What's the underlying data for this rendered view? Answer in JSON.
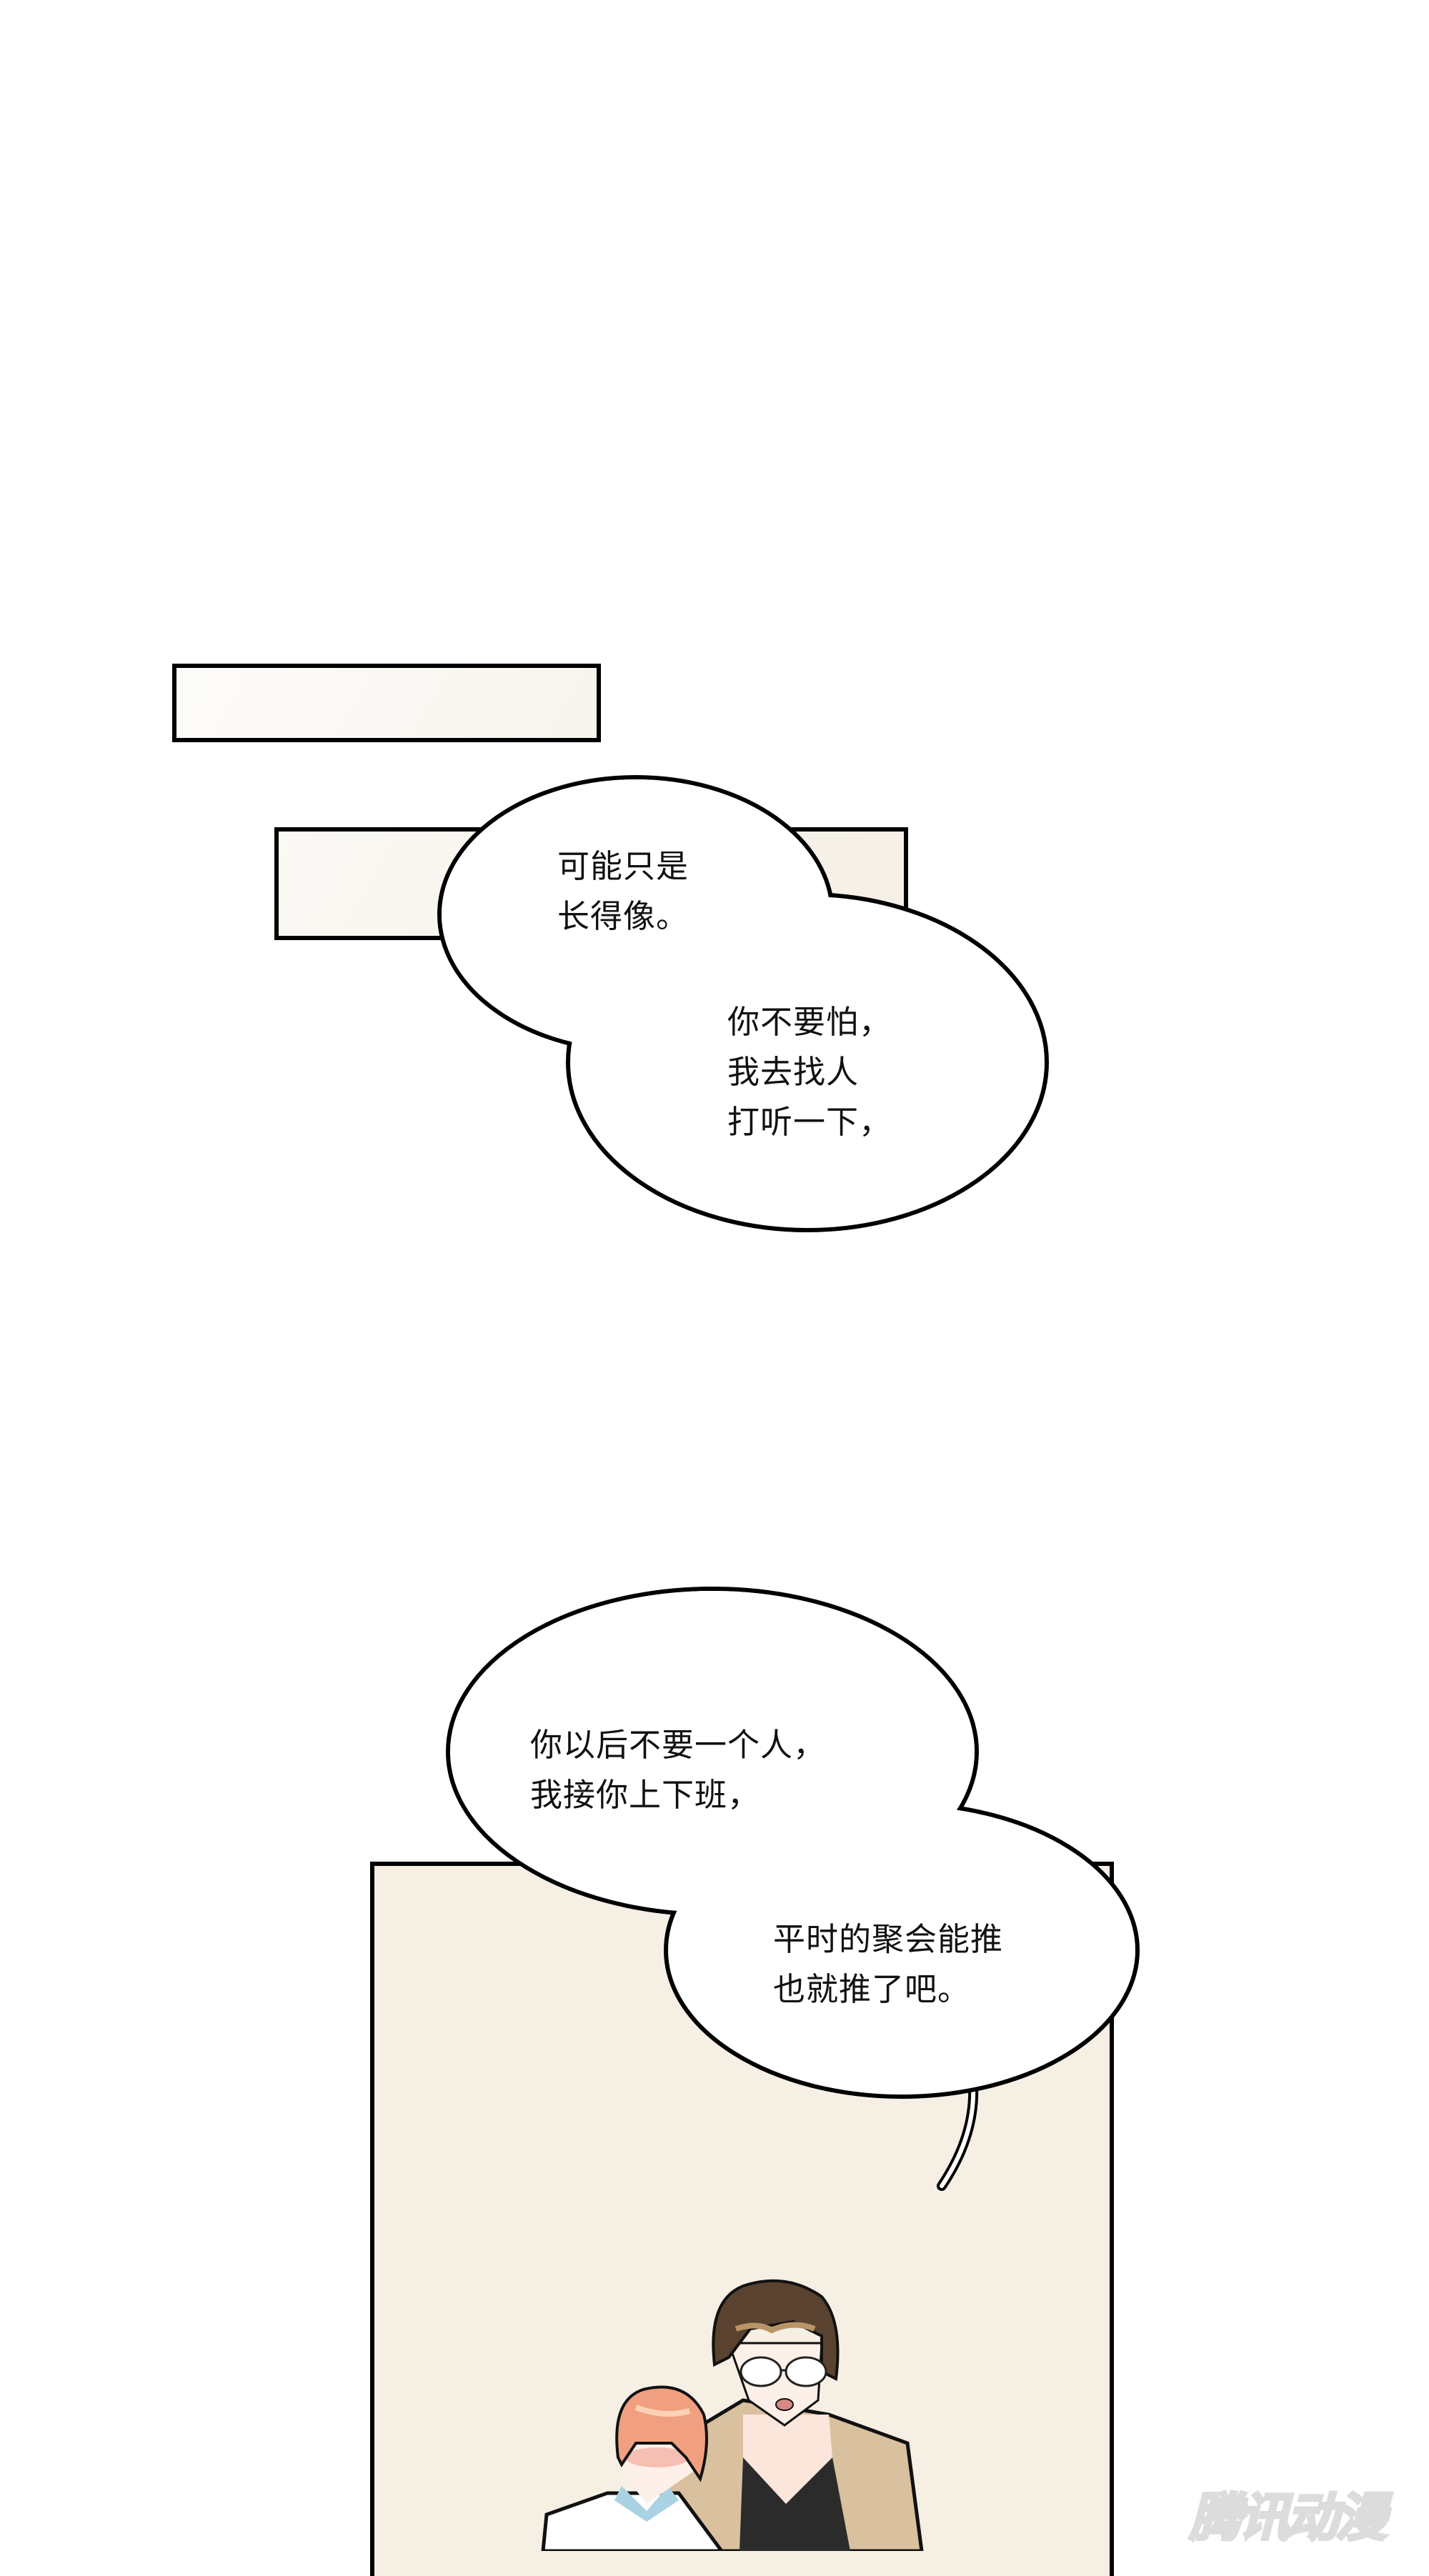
{
  "page": {
    "type": "comic-strip-page",
    "background": "#ffffff",
    "panel_fill": "#f5efe4",
    "panel_border": "#000000"
  },
  "panels": [
    {
      "id": "panel-1",
      "content": "empty caption box"
    },
    {
      "id": "panel-2",
      "content": "empty caption box"
    },
    {
      "id": "panel-3",
      "content": "two characters: orange-haired young man in white shirt with blue collar, brown-haired man with glasses in beige cardigan over black shirt"
    }
  ],
  "bubbles": [
    {
      "id": "bubble-1",
      "lines_top": "可能只是\n长得像。",
      "lines_bottom": "你不要怕，\n我去找人\n打听一下，"
    },
    {
      "id": "bubble-2",
      "lines_top": "你以后不要一个人，\n我接你上下班，",
      "lines_bottom": "平时的聚会能推\n也就推了吧。"
    }
  ],
  "watermark": {
    "text": "腾讯动漫",
    "color": "#e4e4e4"
  },
  "characters": {
    "left": {
      "hair": "#f0a080",
      "collar": "#a9d3e4",
      "shirt": "#ffffff"
    },
    "right": {
      "hair": "#5a4230",
      "cardigan": "#d9c09f",
      "shirt": "#2b2b2b",
      "glasses": true
    }
  }
}
